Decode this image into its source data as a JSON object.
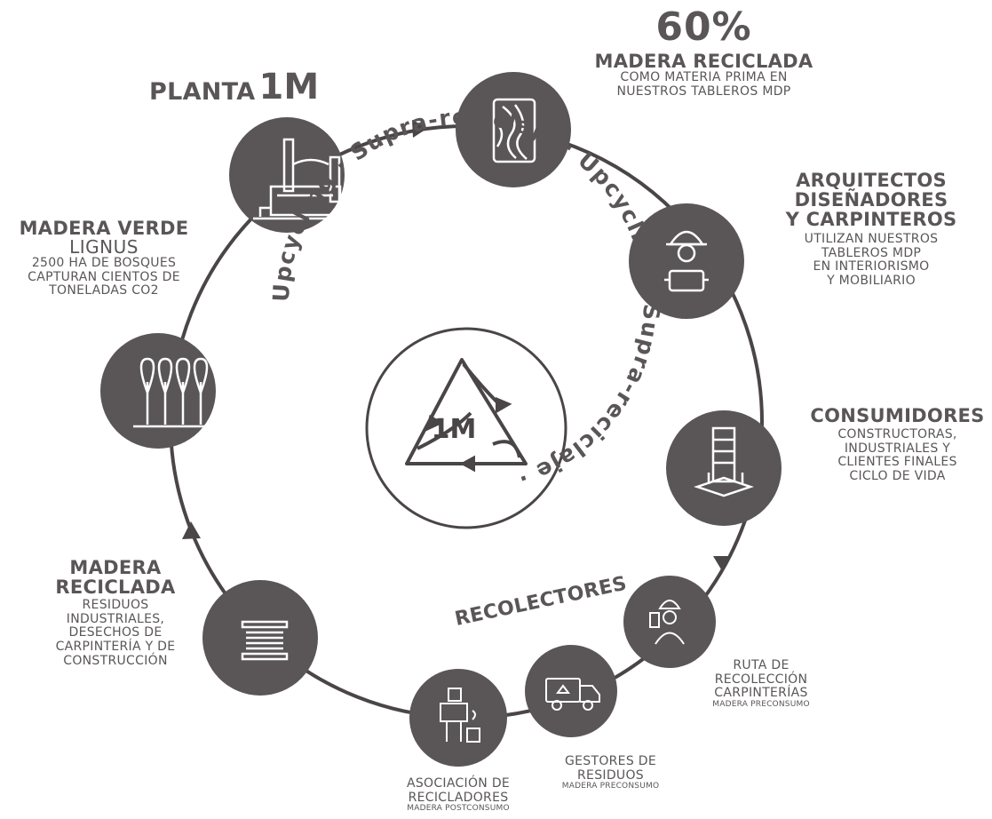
{
  "planta": {
    "title": "PLANTA",
    "brand": "1M"
  },
  "madera_reciclada_top": {
    "percent": "60%",
    "title": "MADERA RECICLADA",
    "line1": "COMO MATERIA PRIMA EN",
    "line2": "NUESTROS TABLEROS MDP"
  },
  "arquitectos": {
    "title1": "ARQUITECTOS",
    "title2": "DISEÑADORES",
    "title3": "Y CARPINTEROS",
    "line1": "UTILIZAN NUESTROS",
    "line2": "TABLEROS MDP",
    "line3": "EN INTERIORISMO",
    "line4": "Y MOBILIARIO"
  },
  "consumidores": {
    "title": "CONSUMIDORES",
    "line1": "CONSTRUCTORAS,",
    "line2": "INDUSTRIALES Y",
    "line3": "CLIENTES FINALES",
    "line4": "CICLO DE VIDA"
  },
  "madera_verde": {
    "title": "MADERA VERDE",
    "brand": "LIGNUS",
    "line1": "2500 HA DE BOSQUES",
    "line2": "CAPTURAN CIENTOS DE",
    "line3": "TONELADAS CO2"
  },
  "madera_reciclada_left": {
    "title1": "MADERA",
    "title2": "RECICLADA",
    "line1": "RESIDUOS",
    "line2": "INDUSTRIALES,",
    "line3": "DESECHOS DE",
    "line4": "CARPINTERÍA Y DE",
    "line5": "CONSTRUCCIÓN"
  },
  "recolectores": {
    "title": "RECOLECTORES"
  },
  "ruta": {
    "line1": "RUTA DE",
    "line2": "RECOLECCIÓN",
    "line3": "CARPINTERÍAS",
    "small": "MADERA PRECONSUMO"
  },
  "gestores": {
    "line1": "GESTORES DE",
    "line2": "RESIDUOS",
    "small": "MADERA PRECONSUMO"
  },
  "asociacion": {
    "line1": "ASOCIACIÓN DE",
    "line2": "RECICLADORES",
    "small": "MADERA POSTCONSUMO"
  },
  "center": {
    "ring_text": "Upcycling · Supra-reciclaje · Upcycling · Supra-reciclaje ·",
    "logo": "1M"
  },
  "colors": {
    "node": "#5a5657",
    "line": "#4a4546",
    "text": "#5a5657",
    "icon": "#ffffff"
  }
}
